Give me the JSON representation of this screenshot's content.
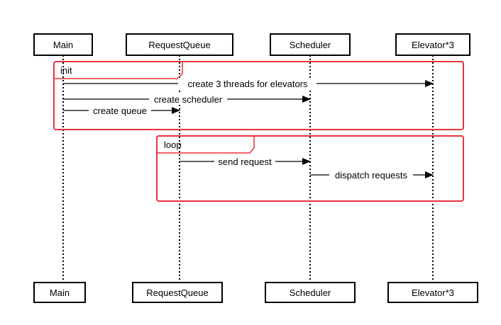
{
  "participants": [
    "Main",
    "RequestQueue",
    "Scheduler",
    "Elevator*3"
  ],
  "fragments": [
    {
      "label": "init"
    },
    {
      "label": "loop"
    }
  ],
  "messages": [
    {
      "from": "Main",
      "to": "Elevator*3",
      "label": "create 3 threads for elevators"
    },
    {
      "from": "Main",
      "to": "Scheduler",
      "label": "create scheduler"
    },
    {
      "from": "Main",
      "to": "RequestQueue",
      "label": "create queue"
    },
    {
      "from": "RequestQueue",
      "to": "Scheduler",
      "label": "send request"
    },
    {
      "from": "Scheduler",
      "to": "Elevator*3",
      "label": "dispatch requests"
    }
  ],
  "colors": {
    "frame": "#e8323c",
    "line": "#000000"
  }
}
